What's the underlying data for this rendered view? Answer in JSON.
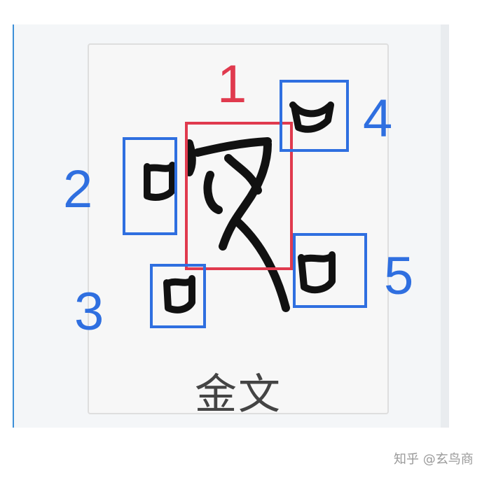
{
  "caption": "金文",
  "labels": {
    "n1": "1",
    "n2": "2",
    "n3": "3",
    "n4": "4",
    "n5": "5"
  },
  "colors": {
    "red": "#e03a4e",
    "blue": "#2f6fe0"
  },
  "watermark": "知乎 @玄鸟商"
}
